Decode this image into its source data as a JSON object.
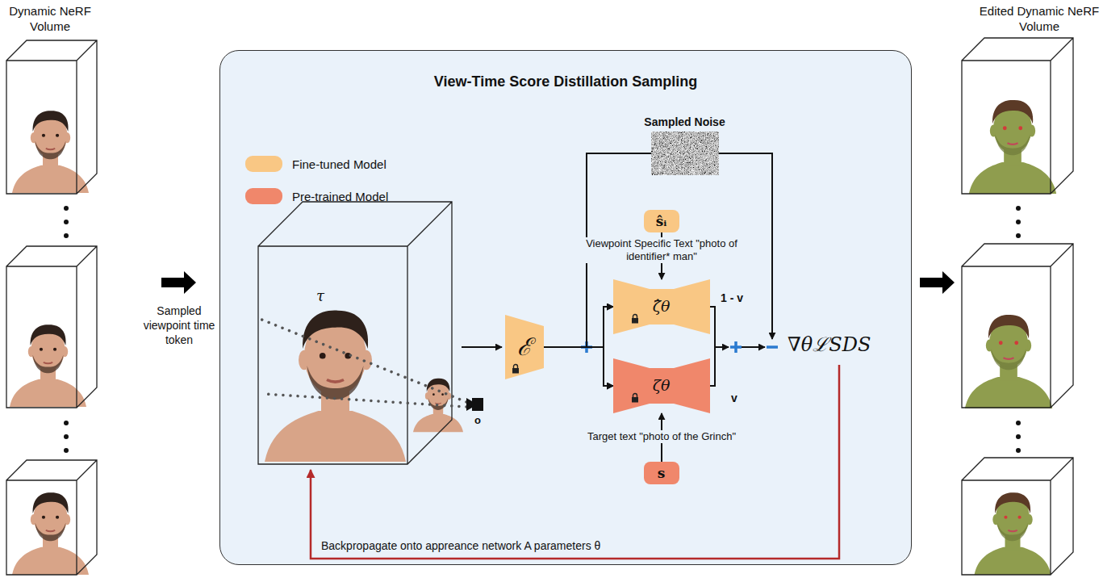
{
  "diagram": {
    "nodes": [
      {
        "text": [
          "View-Time Score Distillation Sampling"
        ]
      },
      {
        "text": [
          "Sampled Noise"
        ],
        "in": 0
      },
      {
        "text": [
          "ŝᵢ"
        ],
        "in": 0
      },
      {
        "text": [
          "ℰ"
        ],
        "in": 0
      },
      {
        "text": [
          "ζ̂θ"
        ],
        "in": 0
      },
      {
        "text": [
          "ζθ"
        ],
        "in": 0
      },
      {
        "text": [
          "s"
        ],
        "in": 0
      }
    ],
    "edges": [
      {
        "from": 3,
        "to": 4,
        "arrow": "to"
      },
      {
        "from": 3,
        "to": 5,
        "arrow": "to"
      },
      {
        "from": 1,
        "to": 4,
        "arrow": "to"
      },
      {
        "from": 1,
        "to": 5,
        "arrow": "to"
      },
      {
        "from": 2,
        "to": 4,
        "arrow": "to"
      },
      {
        "from": 6,
        "to": 5,
        "arrow": "to"
      }
    ],
    "labels": [
      "Dynamic NeRF Volume",
      "Sampled viewpoint time token",
      "Edited Dynamic NeRF Volume",
      "Viewpoint Specific Text \"photo of identifier* man\"",
      "1 - v",
      "v",
      "Target text \"photo of the Grinch\"",
      "∇θℒSDS",
      "Backpropagate onto appreance network A parameters θ",
      "τ",
      "o"
    ],
    "legend": [
      {
        "text": "Fine-tuned Model",
        "color": "#f9c784"
      },
      {
        "text": "Pre-trained Model",
        "color": "#f0876b"
      }
    ]
  }
}
